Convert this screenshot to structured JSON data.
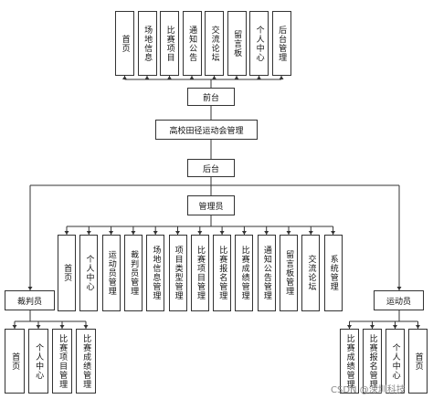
{
  "title": "高校田径运动会管理",
  "front": {
    "label": "前台",
    "modules": [
      "首页",
      "场地信息",
      "比赛项目",
      "通知公告",
      "交流论坛",
      "留言板",
      "个人中心",
      "后台管理"
    ]
  },
  "back": {
    "label": "后台",
    "admin": {
      "label": "管理员",
      "modules": [
        "首页",
        "个人中心",
        "运动员管理",
        "裁判员管理",
        "场地信息管理",
        "项目类型管理",
        "比赛项目管理",
        "比赛报名管理",
        "比赛成绩管理",
        "通知公告管理",
        "留言板管理",
        "交流论坛",
        "系统管理"
      ]
    },
    "referee": {
      "label": "裁判员",
      "modules": [
        "首页",
        "个人中心",
        "比赛项目管理",
        "比赛成绩管理"
      ]
    },
    "athlete": {
      "label": "运动员",
      "modules": [
        "比赛成绩管理",
        "比赛报名管理",
        "个人中心",
        "首页"
      ]
    }
  },
  "watermark": "CSDN @深圳科技"
}
